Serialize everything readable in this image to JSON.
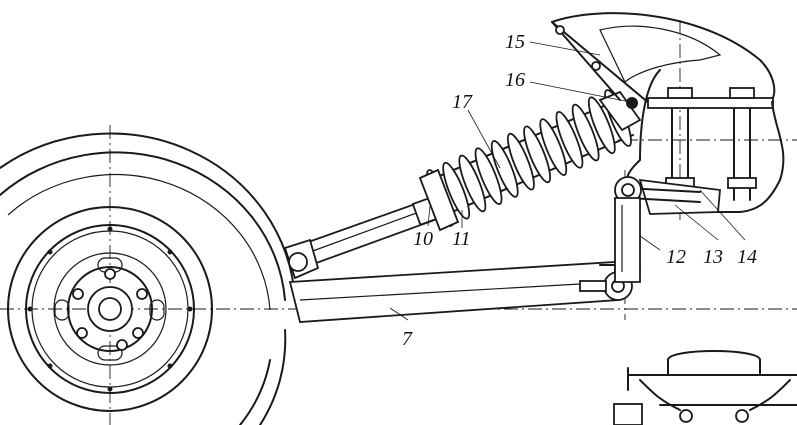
{
  "labels": {
    "l7": "7",
    "l10": "10",
    "l11": "11",
    "l12": "12",
    "l13": "13",
    "l14": "14",
    "l15": "15",
    "l16": "16",
    "l17": "17"
  },
  "colors": {
    "ink": "#1a1a1a",
    "paper": "#ffffff"
  }
}
